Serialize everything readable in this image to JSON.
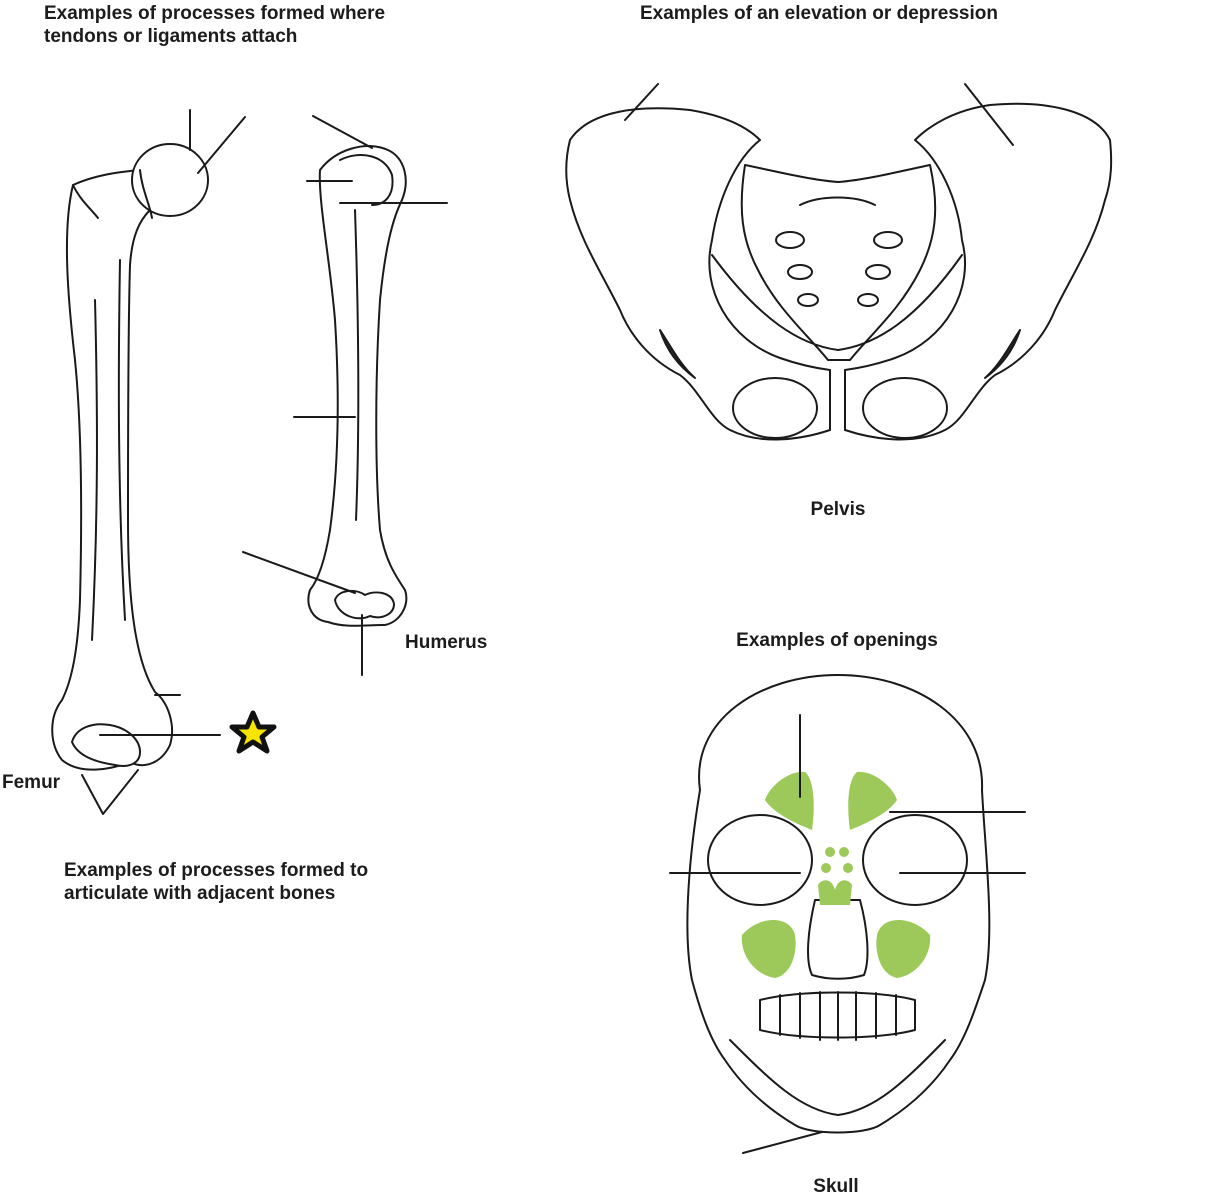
{
  "headings": {
    "tendons_line1": "Examples of processes formed where",
    "tendons_line2": "tendons or ligaments attach",
    "elevation": "Examples of an elevation or depression",
    "openings": "Examples of openings",
    "articulate_line1": "Examples of processes formed to",
    "articulate_line2": "articulate with adjacent bones"
  },
  "bone_labels": {
    "humerus": "Humerus",
    "femur": "Femur",
    "pelvis": "Pelvis",
    "skull": "Skull"
  },
  "colors": {
    "outline": "#1a1a1a",
    "sinus_fill": "#9cc95a",
    "star_fill": "#f7e400",
    "shade": "#2b2b2b"
  },
  "markers": {
    "star_icon": "star-icon"
  }
}
